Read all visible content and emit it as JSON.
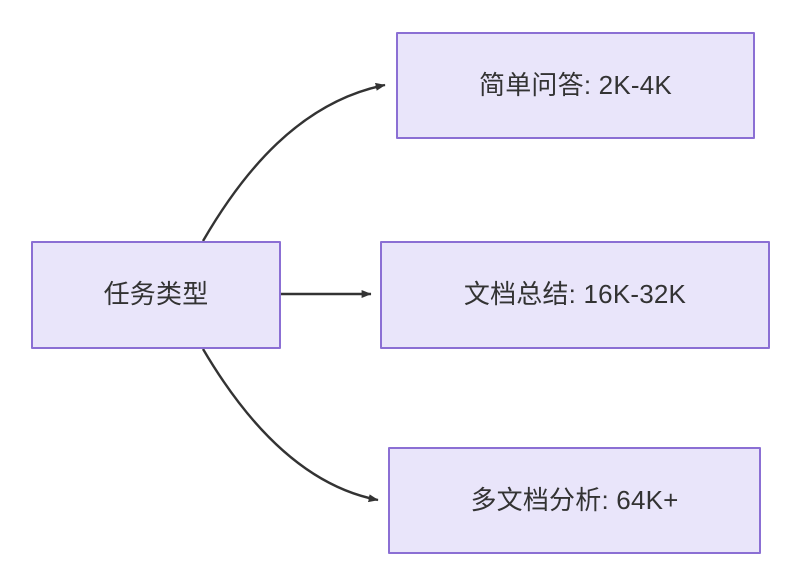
{
  "diagram": {
    "type": "flowchart",
    "direction": "left-to-right",
    "background_color": "#ffffff",
    "node_fill_color": "#e9e5fa",
    "node_border_color": "#8b6fd4",
    "node_text_color": "#333333",
    "edge_color": "#333333",
    "nodes": [
      {
        "id": "root",
        "label": "任务类型"
      },
      {
        "id": "simple-qa",
        "label": "简单问答: 2K-4K"
      },
      {
        "id": "doc-summary",
        "label": "文档总结: 16K-32K"
      },
      {
        "id": "multi-doc",
        "label": "多文档分析: 64K+"
      }
    ],
    "edges": [
      {
        "from": "root",
        "to": "simple-qa",
        "style": "curved",
        "arrow": "arrowhead-icon"
      },
      {
        "from": "root",
        "to": "doc-summary",
        "style": "straight",
        "arrow": "arrowhead-icon"
      },
      {
        "from": "root",
        "to": "multi-doc",
        "style": "curved",
        "arrow": "arrowhead-icon"
      }
    ]
  }
}
